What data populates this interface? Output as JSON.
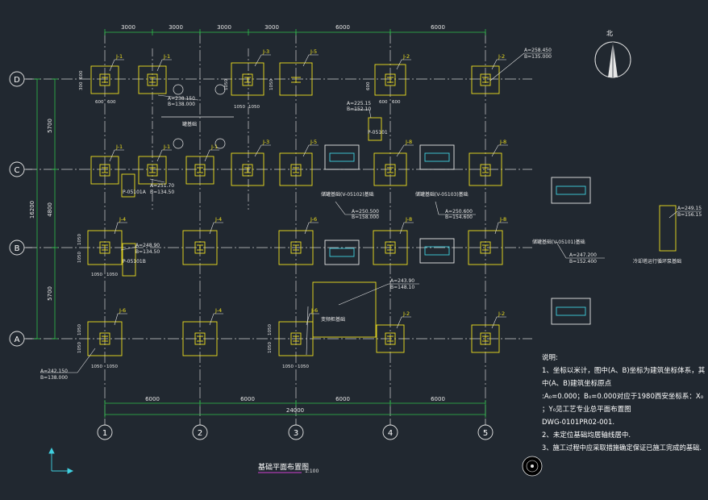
{
  "grid_axes": {
    "columns": [
      "1",
      "2",
      "3",
      "4",
      "5"
    ],
    "rows": [
      "D",
      "C",
      "B",
      "A"
    ]
  },
  "top_dims": [
    "3000",
    "3000",
    "3000",
    "3000",
    "6000",
    "6000"
  ],
  "bottom_dims": [
    "6000",
    "6000",
    "6000",
    "6000"
  ],
  "bottom_total": "24000",
  "left_dims": [
    "5700",
    "4800",
    "5700"
  ],
  "left_total": "16200",
  "footing_tags": {
    "j1": "J-1",
    "j2": "J-2",
    "j3": "J-3",
    "j4": "J-4",
    "j5": "J-5",
    "j6": "J-6",
    "j8": "J-8"
  },
  "small_dims": {
    "d600": "600",
    "d1050": "1050",
    "d300": "300"
  },
  "coords": {
    "c1a": "A=258.450",
    "c1b": "B=135.000",
    "c2a": "A=238.150",
    "c2b": "B=138.000",
    "c3a": "A=225.15",
    "c3b": "B=152.10",
    "c4a": "A=251.70",
    "c4b": "B=134.50",
    "c5a": "A=248.90",
    "c5b": "B=134.50",
    "c6a": "A=250.500",
    "c6b": "B=158.000",
    "c7a": "A=250.600",
    "c7b": "B=154.600",
    "c8a": "A=243.90",
    "c8b": "B=148.10",
    "c9a": "A=242.150",
    "c9b": "B=138.000",
    "c10a": "A=247.200",
    "c10b": "B=152.400",
    "c11a": "A=249.15",
    "c11b": "B=156.15"
  },
  "labels": {
    "p1": "P-05101",
    "p2": "P-05101A",
    "p3": "P-05101B",
    "equip1": "储罐基础(V-05102)基础",
    "equip2": "储罐基础(V-05103)基础",
    "equip3": "储罐基础(V-05101)基础",
    "ref": "罐基础",
    "big_box": "变频柜基础",
    "side_title": "冷却塔运行循环泵基础",
    "north": "北",
    "title": "基础平面布置图",
    "scale": "1:100"
  },
  "notes": {
    "heading": "说明:",
    "line1": "1、坐标以米计，图中(A、B)坐标为建筑坐标体系，其",
    "line2": "中(A、B)建筑坐标原点",
    "line3": ":A₀=0.000；B₀=0.000对应于1980西安坐标系：X₀",
    "line4": "；Y₀见工艺专业总平面布置图",
    "line5": "DWG-0101PR02-001.",
    "line6": "2、未定位基础均居轴线居中.",
    "line7": "3、施工过程中应采取措施确定保证已施工完成的基础."
  },
  "colors": {
    "background": "#212830",
    "grid": "#e6e6e6",
    "footing": "#f0e020",
    "equipment": "#40d0e0",
    "dimension": "#2ec04a",
    "leader": "#e6e6e6",
    "title_underline": "#d040d0"
  }
}
